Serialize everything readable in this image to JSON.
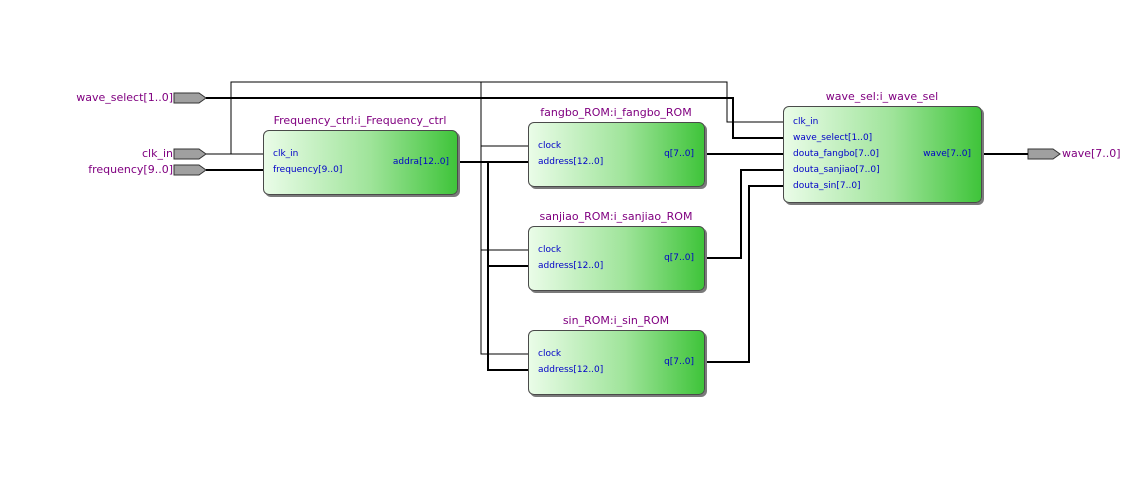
{
  "inputs": {
    "wave_select": "wave_select[1..0]",
    "clk_in": "clk_in",
    "frequency": "frequency[9..0]"
  },
  "outputs": {
    "wave": "wave[7..0]"
  },
  "blocks": {
    "freq_ctrl": {
      "title": "Frequency_ctrl:i_Frequency_ctrl",
      "ports": {
        "clk": "clk_in",
        "freq": "frequency[9..0]",
        "addra": "addra[12..0]"
      }
    },
    "fangbo": {
      "title": "fangbo_ROM:i_fangbo_ROM",
      "ports": {
        "clock": "clock",
        "address": "address[12..0]",
        "q": "q[7..0]"
      }
    },
    "sanjiao": {
      "title": "sanjiao_ROM:i_sanjiao_ROM",
      "ports": {
        "clock": "clock",
        "address": "address[12..0]",
        "q": "q[7..0]"
      }
    },
    "sin": {
      "title": "sin_ROM:i_sin_ROM",
      "ports": {
        "clock": "clock",
        "address": "address[12..0]",
        "q": "q[7..0]"
      }
    },
    "wave_sel": {
      "title": "wave_sel:i_wave_sel",
      "ports": {
        "clk": "clk_in",
        "wave_select": "wave_select[1..0]",
        "douta_fangbo": "douta_fangbo[7..0]",
        "douta_sanjiao": "douta_sanjiao[7..0]",
        "douta_sin": "douta_sin[7..0]",
        "wave": "wave[7..0]"
      }
    }
  },
  "colors": {
    "pin_label": "#800080",
    "port_label": "#0000c8",
    "block_fill_start": "#eafce8",
    "block_fill_end": "#3fc43a",
    "pin_fill": "#a0a0a0",
    "wire": "#000000"
  }
}
